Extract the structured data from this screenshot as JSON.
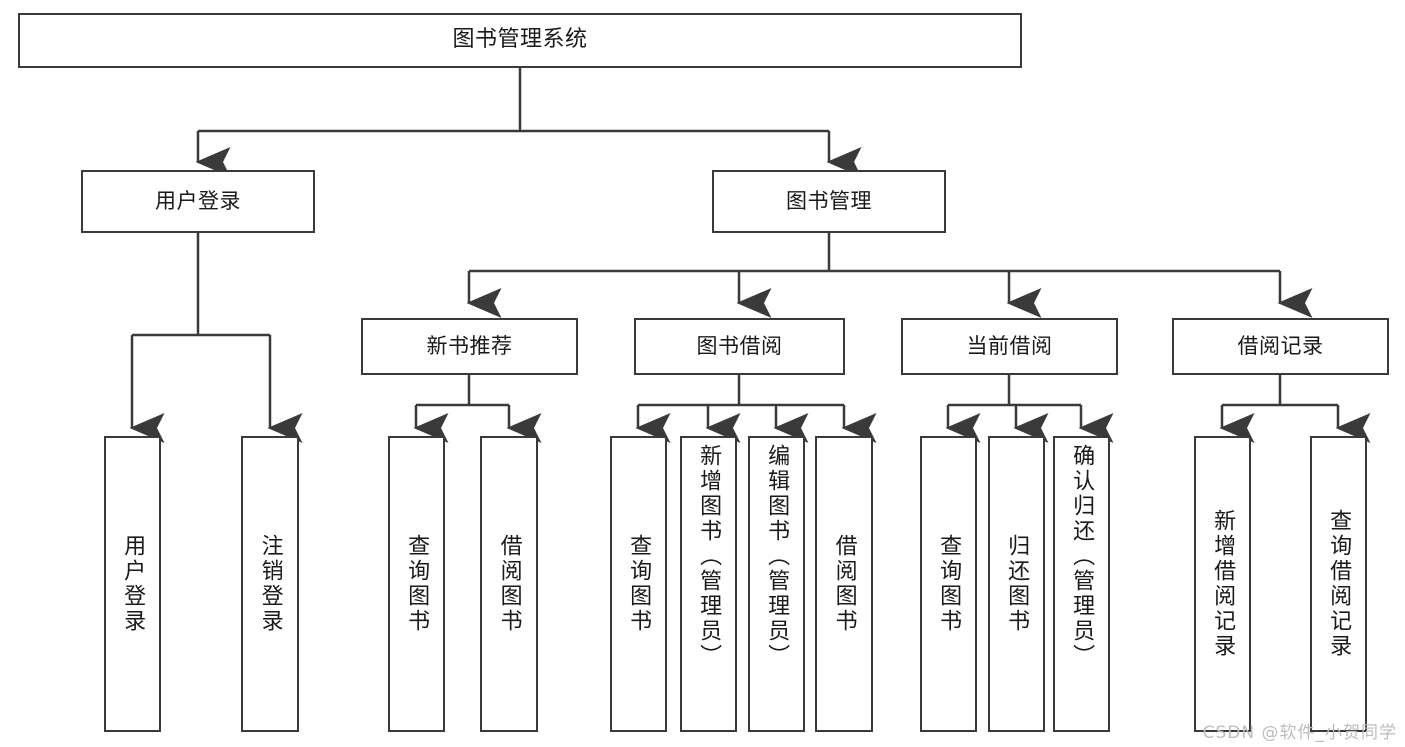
{
  "diagram": {
    "title": "图书管理系统",
    "type": "tree",
    "watermark": "CSDN @软件_小贺同学",
    "colors": {
      "stroke": "#3a3a3a",
      "fill": "#ffffff",
      "text": "#1a1a1a",
      "watermark": "#bdbdbd"
    },
    "nodes": {
      "root": {
        "label": "图书管理系统"
      },
      "level2": [
        {
          "label": "用户登录"
        },
        {
          "label": "图书管理"
        }
      ],
      "level3": [
        {
          "label": "新书推荐"
        },
        {
          "label": "图书借阅"
        },
        {
          "label": "当前借阅"
        },
        {
          "label": "借阅记录"
        }
      ],
      "leaves": {
        "user_login": [
          {
            "label": "用户登录"
          },
          {
            "label": "注销登录"
          }
        ],
        "new_book": [
          {
            "label": "查询图书"
          },
          {
            "label": "借阅图书"
          }
        ],
        "book_borrow": [
          {
            "label": "查询图书"
          },
          {
            "label": "新增图书（管理员）"
          },
          {
            "label": "编辑图书（管理员）"
          },
          {
            "label": "借阅图书"
          }
        ],
        "current_borrow": [
          {
            "label": "查询图书"
          },
          {
            "label": "归还图书"
          },
          {
            "label": "确认归还（管理员）"
          }
        ],
        "borrow_record": [
          {
            "label": "新增借阅记录"
          },
          {
            "label": "查询借阅记录"
          }
        ]
      }
    }
  }
}
